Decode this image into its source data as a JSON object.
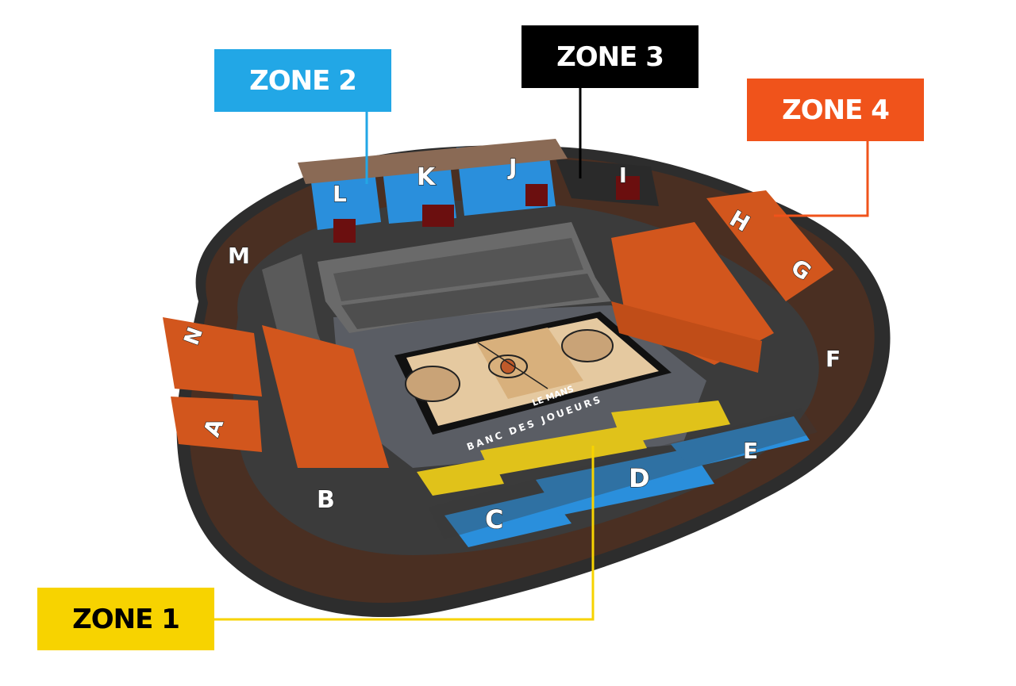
{
  "zones": {
    "zone1": {
      "label": "ZONE 1",
      "color": "#f7d300"
    },
    "zone2": {
      "label": "ZONE 2",
      "color": "#22a7e6"
    },
    "zone3": {
      "label": "ZONE 3",
      "color": "#000000"
    },
    "zone4": {
      "label": "ZONE 4",
      "color": "#f0531b"
    }
  },
  "sections": {
    "A": "A",
    "B": "B",
    "C": "C",
    "D": "D",
    "E": "E",
    "F": "F",
    "G": "G",
    "H": "H",
    "I": "I",
    "J": "J",
    "K": "K",
    "L": "L",
    "M": "M",
    "N": "N"
  },
  "court": {
    "bench_label": "BANC DES JOUEURS",
    "city_label": "LE MANS"
  }
}
